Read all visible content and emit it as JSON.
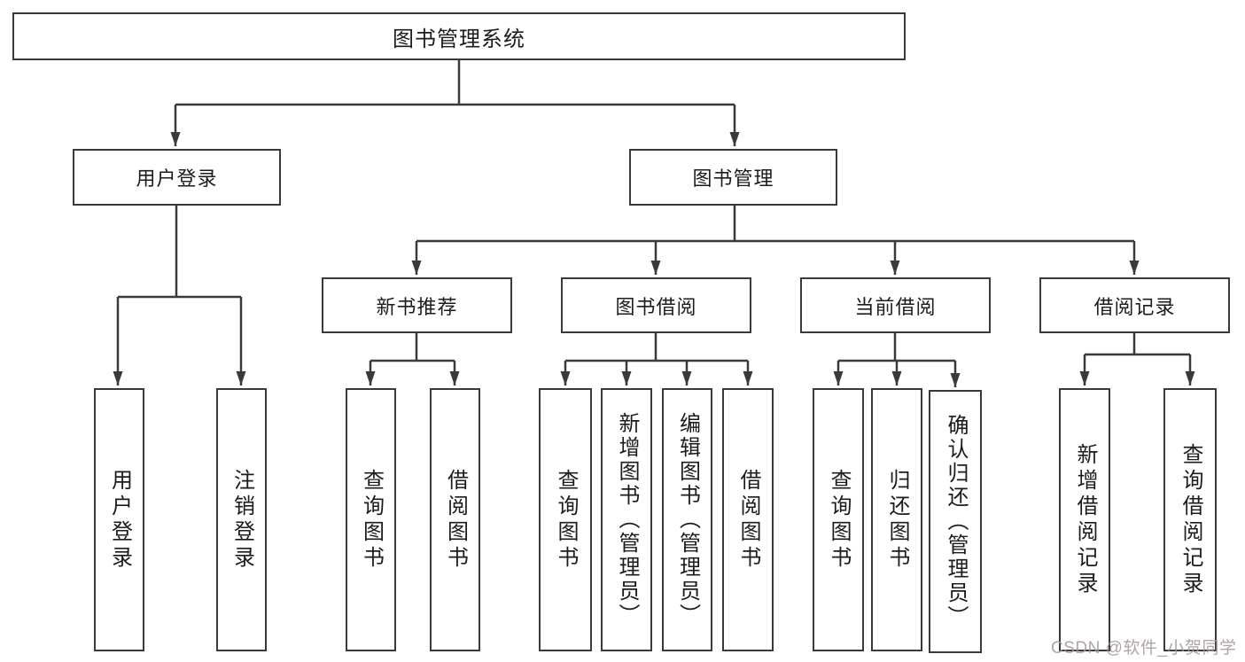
{
  "diagram": {
    "title": "图书管理系统",
    "colors": {
      "line": "#3a3a3a",
      "box_border": "#3a3a3a",
      "text": "#1c1c1c",
      "background": "#ffffff",
      "watermark": "#a39898"
    },
    "nodes": {
      "root": "图书管理系统",
      "user_login": "用户登录",
      "book_management": "图书管理",
      "new_book_recommend": "新书推荐",
      "book_borrowing": "图书借阅",
      "current_borrowing": "当前借阅",
      "borrowing_records": "借阅记录",
      "ul_user_login": "用户登录",
      "ul_logout": "注销登录",
      "nb_query_books": "查询图书",
      "nb_borrow_books": "借阅图书",
      "bb_query_books": "查询图书",
      "bb_add_books": "新增图书（管理员）",
      "bb_edit_books": "编辑图书（管理员）",
      "bb_borrow_books": "借阅图书",
      "cb_query_books": "查询图书",
      "cb_return_books": "归还图书",
      "cb_confirm_return": "确认归还（管理员）",
      "br_add_record": "新增借阅记录",
      "br_query_record": "查询借阅记录"
    },
    "watermark": "CSDN @软件_小贺同学"
  }
}
